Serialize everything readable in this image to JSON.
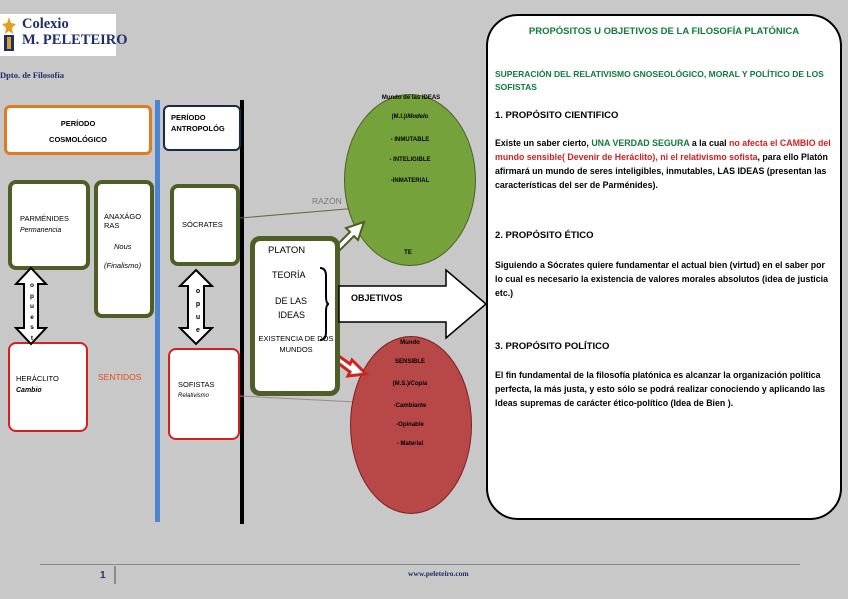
{
  "header": {
    "logo_line1": "Colexio",
    "logo_line2": "M. PELETEIRO",
    "department": "Dpto. de Filosofía"
  },
  "diagram": {
    "period_cosmo_line1": "PERÍODO",
    "period_cosmo_line2": "COSMOLÓGICO",
    "period_antro_line1": "PERÍODO",
    "period_antro_line2": "ANTROPOLÓG",
    "parmenides": "PARMÉNIDES",
    "parmenides_sub": "Permanencia",
    "anaxagoras_line1": "ANAXÁGO",
    "anaxagoras_line2": "RAS",
    "anaxagoras_nous": "Nous",
    "anaxagoras_finalismo": "(Finalismo)",
    "socrates": "SÓCRATES",
    "heraclito": "HERÁCLITO",
    "heraclito_sub": "Cambio",
    "sofistas": "SOFISTAS",
    "sofistas_sub": "Relativismo",
    "sentidos": "SENTIDOS",
    "razon": "RAZÓN",
    "opuesto_left": [
      "o",
      "p",
      "u",
      "e",
      "s",
      "t"
    ],
    "opuesto_right": [
      "o",
      "p",
      "u",
      "e"
    ],
    "platon": "PLATON",
    "teoria": "TEORÍA",
    "de_las": "DE LAS",
    "ideas": "IDEAS",
    "existencia": "EXISTENCIA DE DOS MUNDOS",
    "objetivos": "OBJETIVOS",
    "mundo_ideas": "Mundo de las IDEAS",
    "mi_prefix": "(M.I.)/",
    "mi_modelo": "Modelo",
    "inmutable": "- INMUTABLE",
    "inteligible": "- INTELIGIBLE",
    "inmaterial": "-INMATERIAL",
    "te": "TE",
    "mundo_sens": "Mundo",
    "sensible": "SENSIBLE",
    "ms_prefix": "(M.S.)/",
    "ms_copia": "Copia",
    "cambiante": "-Cambiante",
    "opinable": "-Opinable",
    "material": "- Material"
  },
  "panel": {
    "title": "PROPÓSITOS U OBJETIVOS DE LA FILOSOFÍA PLATÓNICA",
    "subtitle": "SUPERACIÓN DEL RELATIVISMO GNOSEOLÓGICO, MORAL Y POLÍTICO DE LOS SOFISTAS",
    "head1": "1.  PROPÓSITO CIENTIFICO",
    "body1_a": "Existe un saber cierto, ",
    "body1_b": "UNA VERDAD SEGURA",
    "body1_c": " a la cual ",
    "body1_d": "no afecta el CAMBIO del mundo sensible( Devenir de Heráclito), ni el relativismo sofista",
    "body1_e": ", para ello Platón afirmará un mundo de seres inteligibles, inmutables, LAS IDEAS (presentan las características del ser de Parménides).",
    "head2": "2.  PROPÓSITO ÉTICO",
    "body2": "Siguiendo a Sócrates quiere fundamentar el actual bien (virtud) en el saber por lo cual es  necesario la existencia de valores morales absolutos (idea de justicia etc.)",
    "head3": "3.  PROPÓSITO POLÍTICO",
    "body3": "El fin fundamental de la filosofía platónica es alcanzar la organización política perfecta, la más justa, y esto sólo se podrá realizar conociendo y aplicando las Ideas supremas de carácter ético-político (Idea de Bien )."
  },
  "footer": {
    "page_number": "1",
    "website": "www.peleteiro.com"
  },
  "colors": {
    "background": "#c8c8c8",
    "accent_green": "#0f7a3c",
    "accent_red": "#d42020",
    "box_green": "#4d5f26",
    "ellipse_green": "#76a23c",
    "ellipse_red": "#b84848",
    "period_orange": "#e07b20",
    "blue_line": "#4a86d2"
  },
  "icons": [
    "college-logo-icon",
    "double-arrow-icon",
    "right-arrow-icon",
    "curly-brace-icon"
  ]
}
